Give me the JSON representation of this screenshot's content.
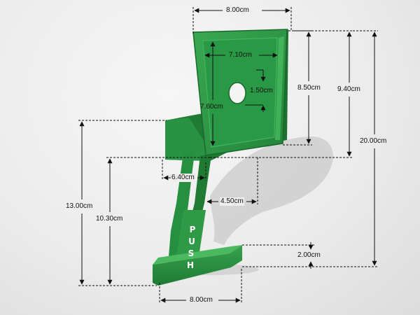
{
  "dimensions": {
    "top_width": "8.00cm",
    "inner_width": "7.10cm",
    "hole_diameter": "1.50cm",
    "inner_height": "7.60cm",
    "height_8_50": "8.50cm",
    "height_9_40": "9.40cm",
    "total_height": "20.00cm",
    "arm_spacing": "6.40cm",
    "arm_offset": "4.50cm",
    "height_13_00": "13.00cm",
    "height_10_30": "10.30cm",
    "foot_height": "2.00cm",
    "foot_width": "8.00cm"
  },
  "pedal_text": [
    "P",
    "U",
    "S",
    "H"
  ],
  "colors": {
    "body_green": "#2e9a46",
    "dark_green": "#1f6e30",
    "light_green": "#47b85c",
    "dimension_line": "#111111"
  }
}
